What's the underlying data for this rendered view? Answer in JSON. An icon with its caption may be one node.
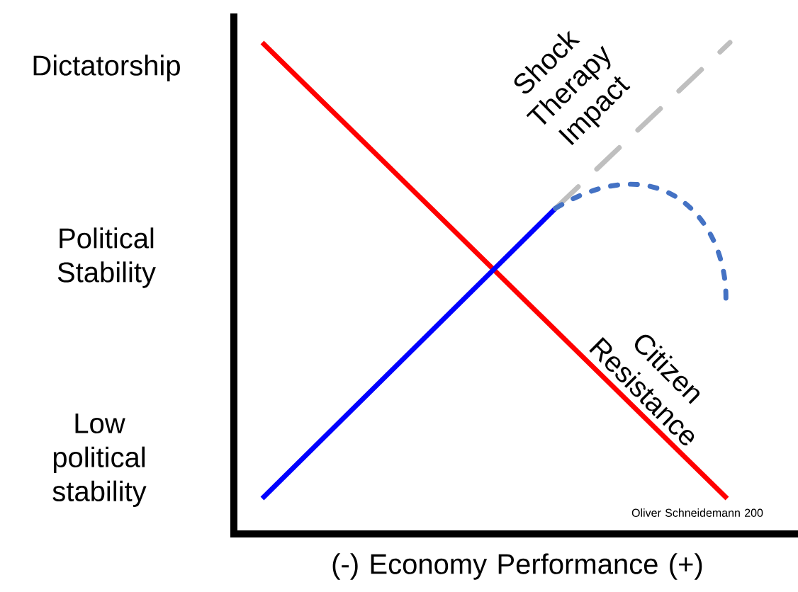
{
  "diagram": {
    "labels": [
      "Dictatorship",
      "Political Stability",
      "Low political stability",
      "Shock Therapy Impact",
      "Citizen Resistance",
      "Oliver Schneidemann 200",
      "(-) Economy Performance (+)"
    ]
  }
}
